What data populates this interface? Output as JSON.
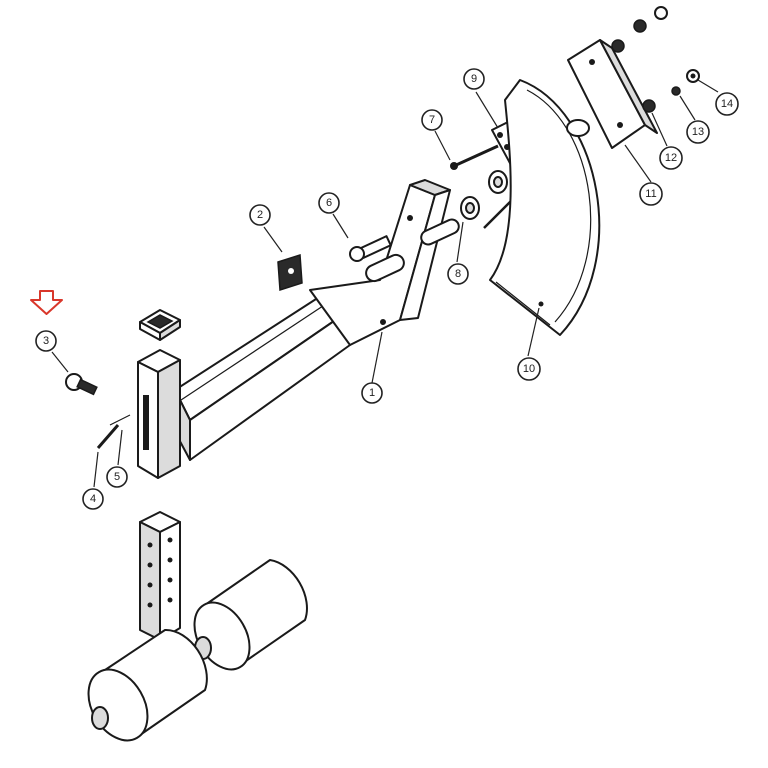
{
  "diagram": {
    "callouts": [
      {
        "number": "1"
      },
      {
        "number": "2"
      },
      {
        "number": "3"
      },
      {
        "number": "4"
      },
      {
        "number": "5"
      },
      {
        "number": "6"
      },
      {
        "number": "7"
      },
      {
        "number": "8"
      },
      {
        "number": "9"
      },
      {
        "number": "10"
      },
      {
        "number": "11"
      },
      {
        "number": "12"
      },
      {
        "number": "13"
      },
      {
        "number": "14"
      }
    ],
    "highlighted_callout": "3",
    "marker": {
      "icon": "down-arrow-outline-icon",
      "color": "#d9372b"
    }
  }
}
